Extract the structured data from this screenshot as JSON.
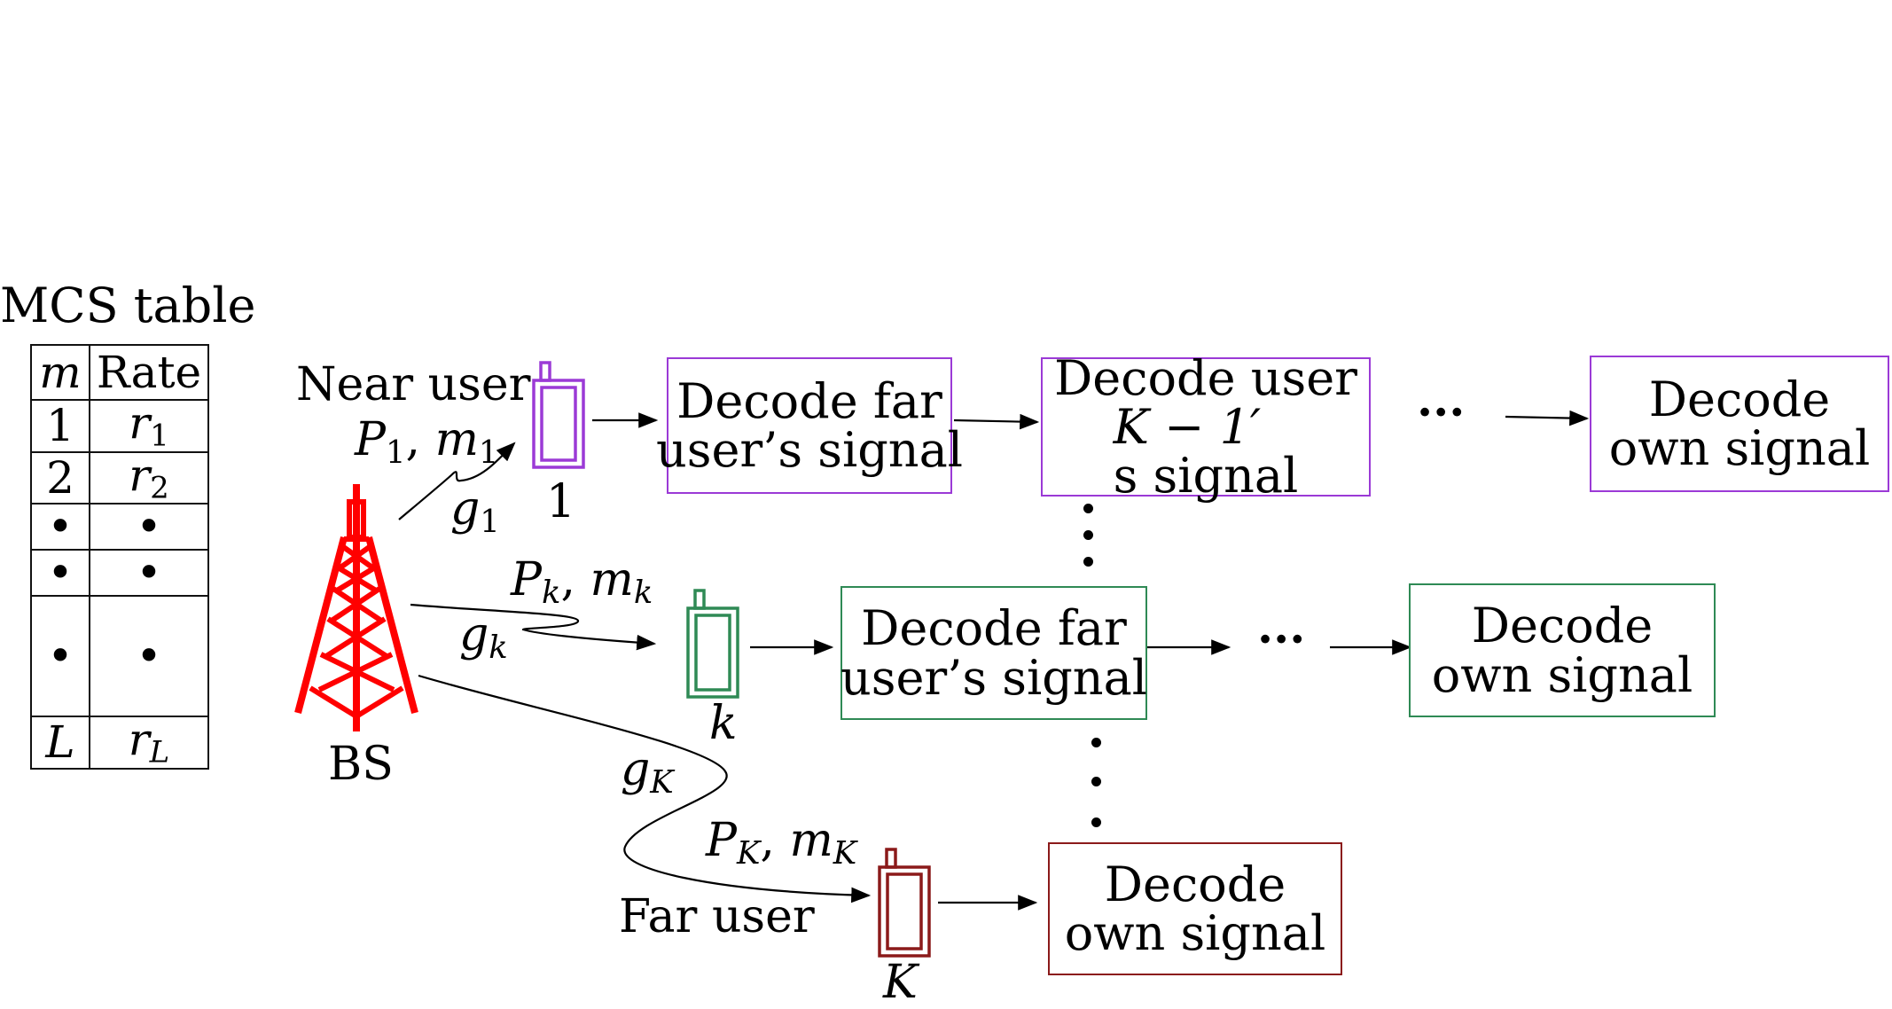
{
  "colors": {
    "tower": "#ff0000",
    "near_user": "#9b3ad6",
    "mid_user": "#2f8a55",
    "far_user": "#8b1a1a",
    "ink": "#000000"
  },
  "mcs_table": {
    "title": "MCS table",
    "headers": [
      "m",
      "Rate"
    ],
    "rows": [
      [
        "1",
        "r",
        "1"
      ],
      [
        "2",
        "r",
        "2"
      ],
      [
        "•",
        "•",
        ""
      ],
      [
        "•",
        "•",
        ""
      ],
      [
        "•",
        "•",
        ""
      ],
      [
        "L",
        "r",
        "L"
      ]
    ]
  },
  "base_station": {
    "label": "BS",
    "icon": "cell-tower-icon"
  },
  "users": {
    "near": {
      "caption": "Near user",
      "power": "P",
      "power_sub": "1",
      "mcs": "m",
      "mcs_sub": "1",
      "channel": "g",
      "channel_sub": "1",
      "index": "1",
      "icon": "mobile-phone-icon"
    },
    "mid": {
      "power": "P",
      "power_sub": "k",
      "mcs": "m",
      "mcs_sub": "k",
      "channel": "g",
      "channel_sub": "k",
      "index": "k",
      "icon": "mobile-phone-icon"
    },
    "far": {
      "caption": "Far user",
      "power": "P",
      "power_sub": "K",
      "mcs": "m",
      "mcs_sub": "K",
      "channel": "g",
      "channel_sub": "K",
      "index": "K",
      "icon": "mobile-phone-icon"
    }
  },
  "decode_chains": {
    "near": [
      {
        "line1": "Decode far",
        "line2": "user’s signal"
      },
      {
        "line1": "Decode user",
        "line2_math": "K − 1′",
        "line2_rest": "s signal"
      },
      {
        "ellipsis": "···"
      },
      {
        "line1": "Decode",
        "line2": "own signal"
      }
    ],
    "mid": [
      {
        "line1": "Decode far",
        "line2": "user’s signal"
      },
      {
        "ellipsis": "···"
      },
      {
        "line1": "Decode",
        "line2": "own signal"
      }
    ],
    "far": [
      {
        "line1": "Decode",
        "line2": "own signal"
      }
    ]
  }
}
